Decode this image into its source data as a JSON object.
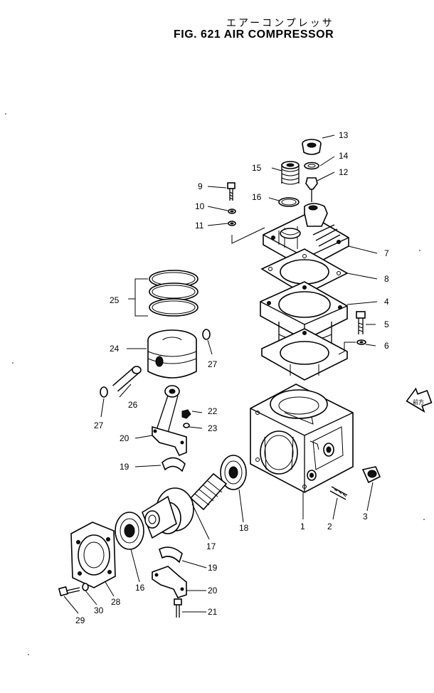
{
  "figure": {
    "title_jp": "エアーコンプレッサ",
    "title_en": "FIG. 621  AIR COMPRESSOR"
  },
  "arrow_label": "前方",
  "callouts": [
    {
      "id": "c1",
      "text": "1"
    },
    {
      "id": "c2",
      "text": "2"
    },
    {
      "id": "c3",
      "text": "3"
    },
    {
      "id": "c4",
      "text": "4"
    },
    {
      "id": "c5",
      "text": "5"
    },
    {
      "id": "c6",
      "text": "6"
    },
    {
      "id": "c7",
      "text": "7"
    },
    {
      "id": "c8",
      "text": "8"
    },
    {
      "id": "c9",
      "text": "9"
    },
    {
      "id": "c10",
      "text": "10"
    },
    {
      "id": "c11",
      "text": "11"
    },
    {
      "id": "c12",
      "text": "12"
    },
    {
      "id": "c13",
      "text": "13"
    },
    {
      "id": "c14",
      "text": "14"
    },
    {
      "id": "c15",
      "text": "15"
    },
    {
      "id": "c16",
      "text": "16"
    },
    {
      "id": "c17",
      "text": "17"
    },
    {
      "id": "c18",
      "text": "18"
    },
    {
      "id": "c19",
      "text": "19"
    },
    {
      "id": "c20",
      "text": "20"
    },
    {
      "id": "c21",
      "text": "21"
    },
    {
      "id": "c22",
      "text": "22"
    },
    {
      "id": "c23",
      "text": "23"
    },
    {
      "id": "c24",
      "text": "24"
    },
    {
      "id": "c25",
      "text": "25"
    },
    {
      "id": "c26",
      "text": "26"
    },
    {
      "id": "c27",
      "text": "27"
    },
    {
      "id": "c28",
      "text": "28"
    },
    {
      "id": "c29",
      "text": "29"
    },
    {
      "id": "c30",
      "text": "30"
    }
  ],
  "callouts_extra": {
    "c16b": "16",
    "c19b": "19",
    "c20b": "20",
    "c27b": "27"
  }
}
